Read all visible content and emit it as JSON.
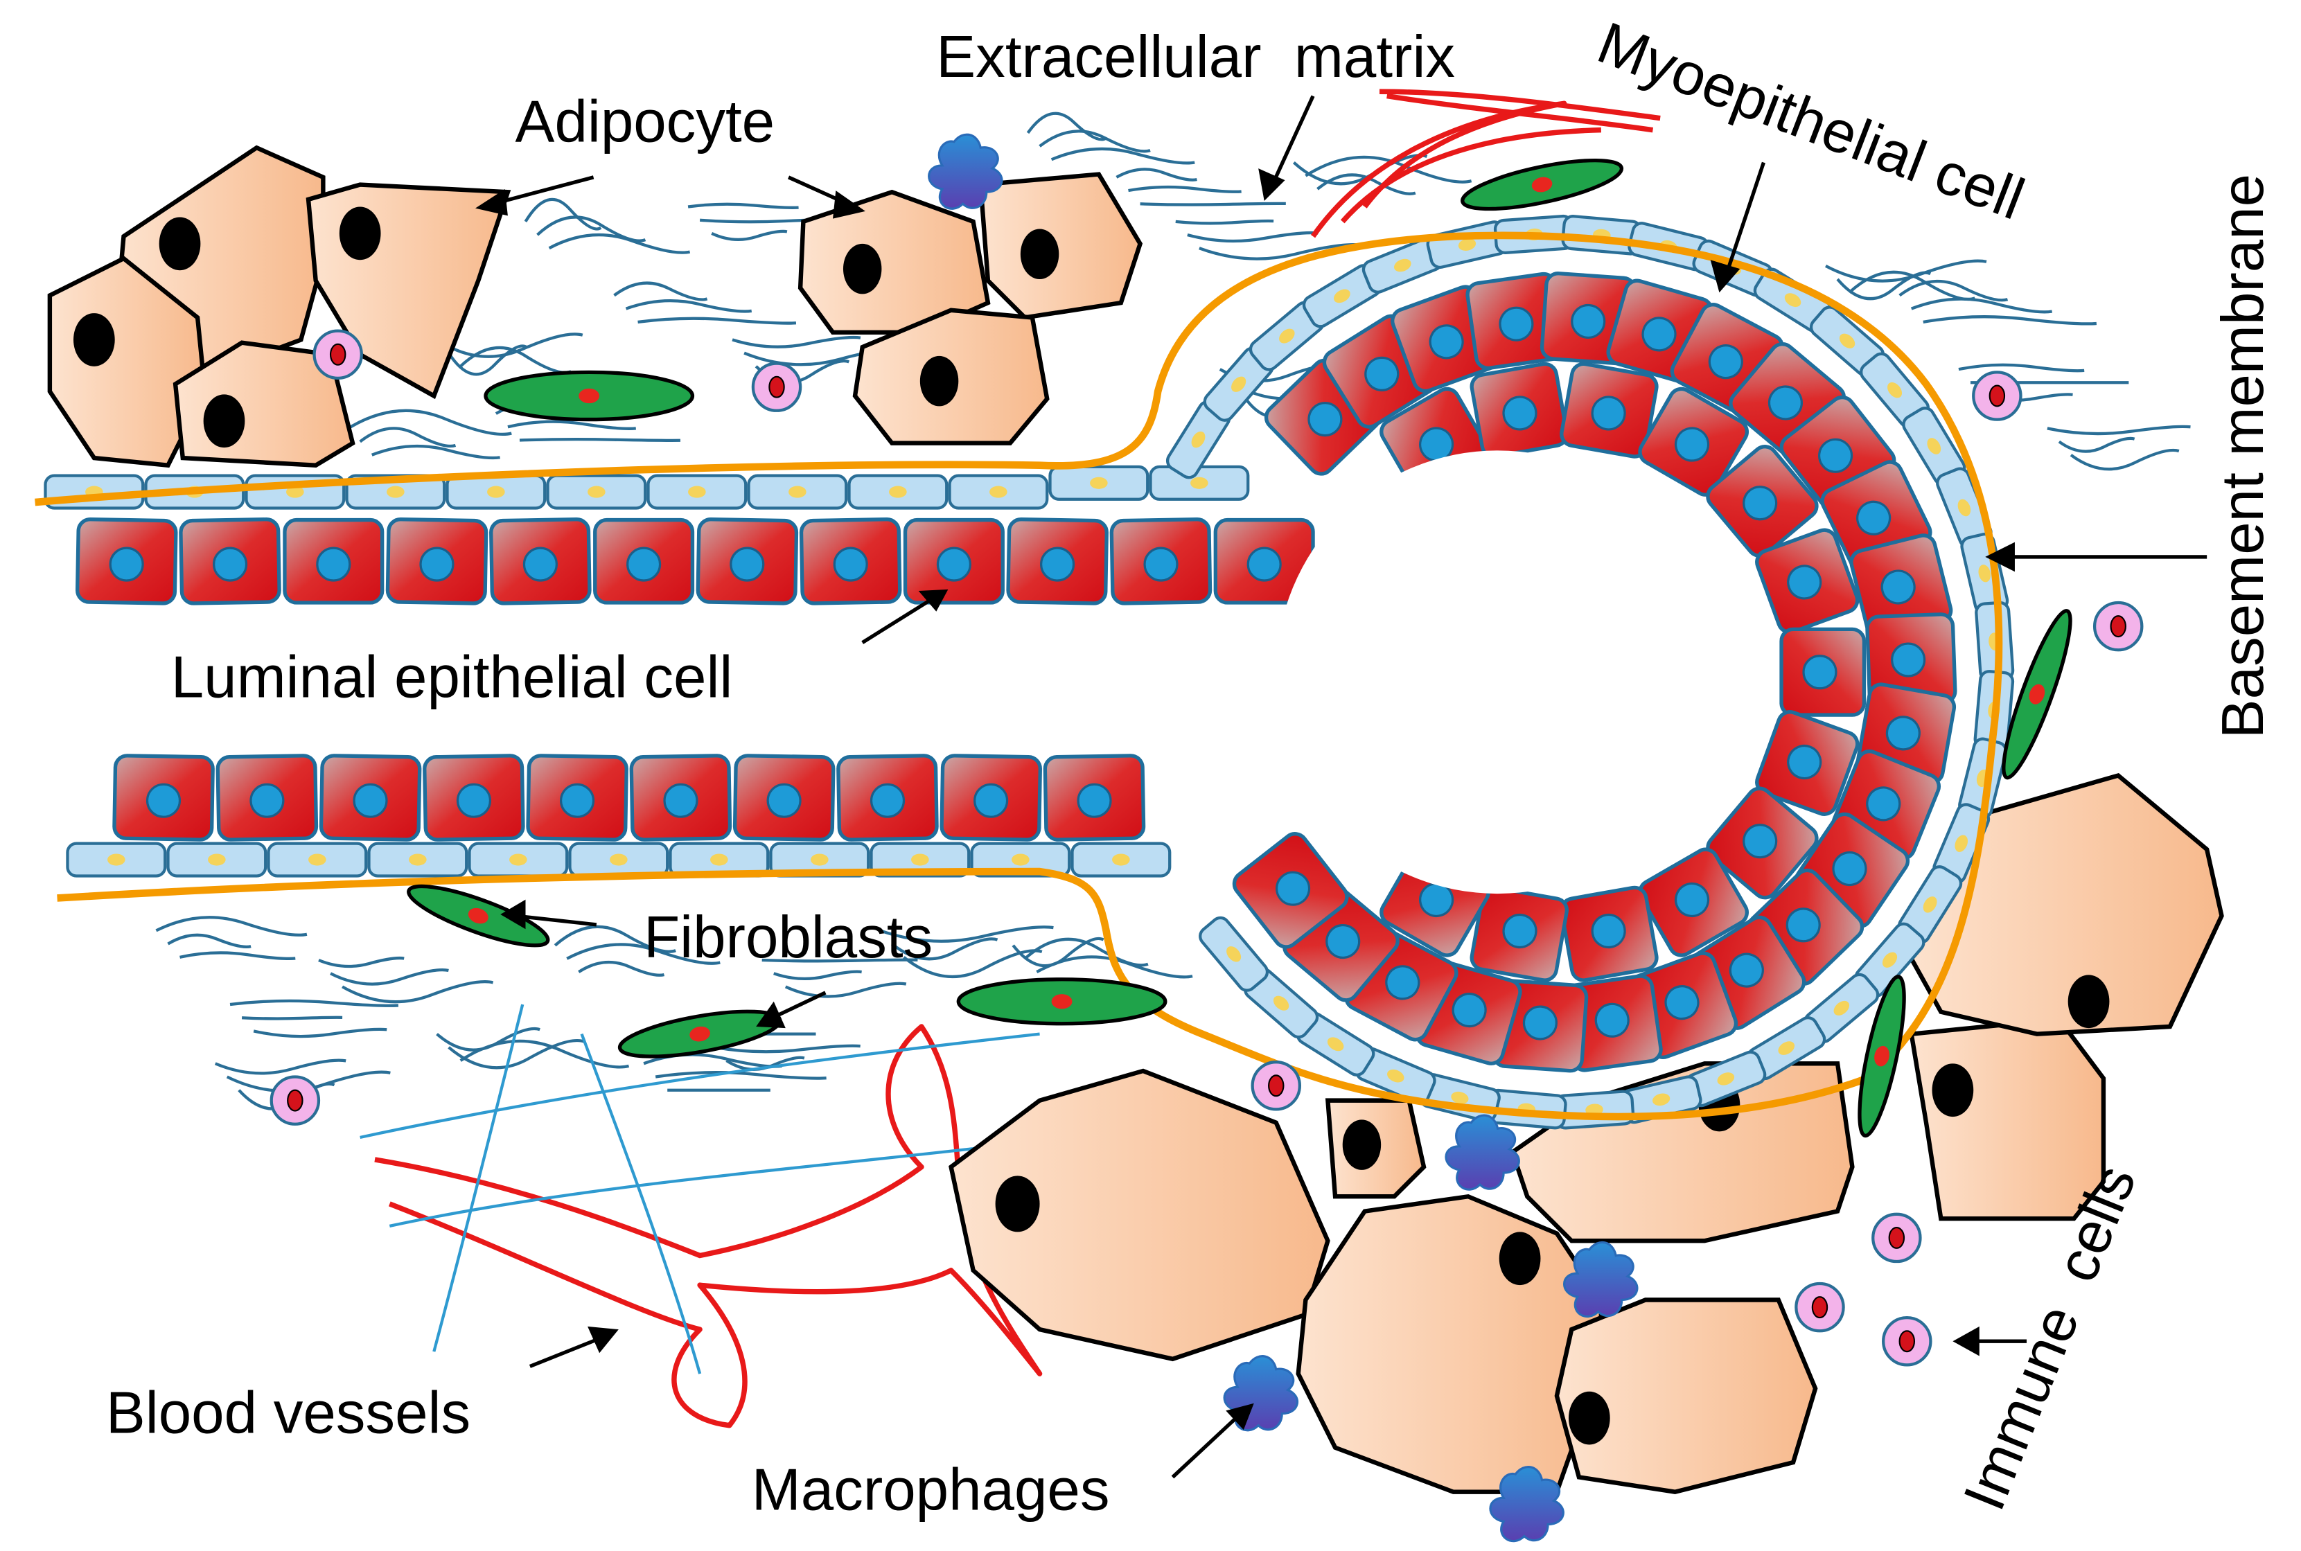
{
  "labels": {
    "extracellular_matrix": "Extracellular  matrix",
    "adipocyte": "Adipocyte",
    "myoepithelial_cell": "Myoepithelial cell",
    "basement_membrane": "Basement membrane",
    "luminal_epithelial_cell": "Luminal epithelial cell",
    "fibroblasts": "Fibroblasts",
    "blood_vessels": "Blood vessels",
    "macrophages": "Macrophages",
    "immune_cells": "Immune  cells"
  },
  "colors": {
    "basement_membrane": "#F59A00",
    "luminal_cell": "#D9131B",
    "luminal_nucleus": "#1E9BD7",
    "myoepithelial_cell": "#BCDDF3",
    "myoepithelial_nucleus": "#F5D35A",
    "adipocyte": "#F9C59D",
    "fibroblast": "#1FA34A",
    "immune_cell": "#F3B3EA",
    "macrophage": "#3E66C8",
    "blood_vessel": "#E81919",
    "matrix_fiber": "#2A6E96"
  }
}
